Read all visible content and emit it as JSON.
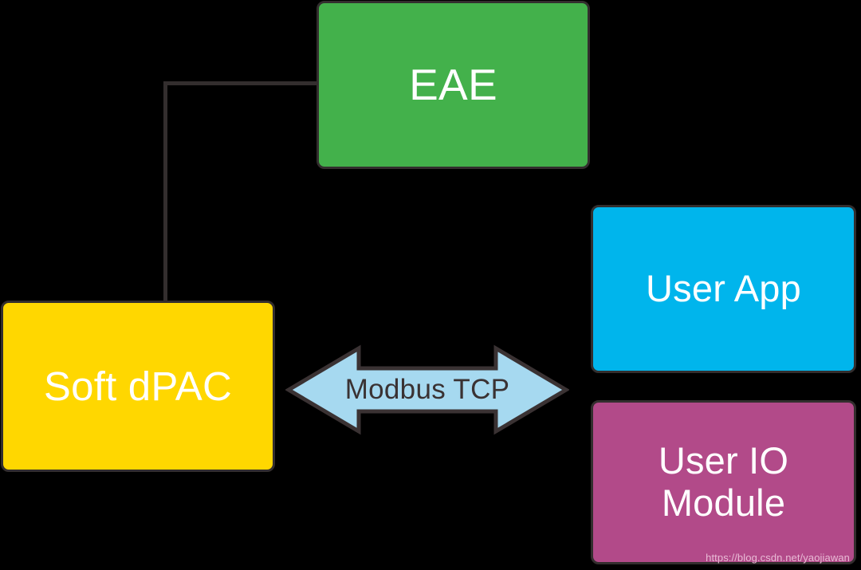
{
  "diagram": {
    "background_color": "#000000",
    "stroke_color": "#332E2E",
    "nodes": {
      "eae": {
        "label": "EAE",
        "color": "#43B14B",
        "text_color": "#FFFFFF"
      },
      "soft_dpac": {
        "label": "Soft dPAC",
        "color": "#FFD700",
        "text_color": "#FFFFFF"
      },
      "user_app": {
        "label": "User App",
        "color": "#00B5EC",
        "text_color": "#FFFFFF"
      },
      "user_io_module": {
        "label_line1": "User IO",
        "label_line2": "Module",
        "color": "#B24A89",
        "text_color": "#FFFFFF"
      }
    },
    "connections": {
      "eae_to_soft_dpac": {
        "style": "elbow-line",
        "color": "#332E2E"
      },
      "modbus_arrow": {
        "label": "Modbus TCP",
        "fill_color": "#A6D9F0",
        "outline_color": "#3A3233",
        "text_color": "#3A3233",
        "direction": "bidirectional"
      }
    },
    "watermark": "https://blog.csdn.net/yaojiawan"
  }
}
